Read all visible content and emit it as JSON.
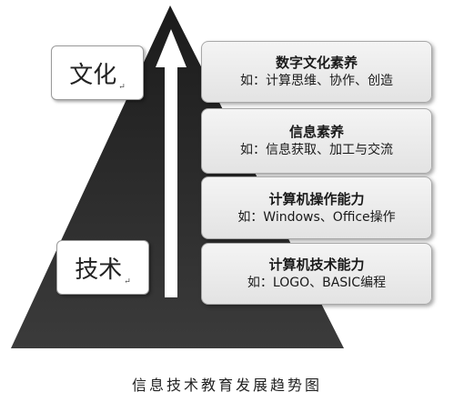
{
  "labels": {
    "culture": "文化",
    "technology": "技术",
    "mark": "↵"
  },
  "levels": [
    {
      "title": "数字文化素养",
      "desc": "如：计算思维、协作、创造"
    },
    {
      "title": "信息素养",
      "desc": "如：信息获取、加工与交流"
    },
    {
      "title": "计算机操作能力",
      "desc": "如：Windows、Office操作"
    },
    {
      "title": "计算机技术能力",
      "desc": "如：LOGO、BASIC编程"
    }
  ],
  "caption": "信息技术教育发展趋势图",
  "colors": {
    "pyramid_top": "#1e1e1e",
    "pyramid_bottom": "#3a3a3a",
    "arrow": "#ffffff",
    "box_border": "#a8a8a8"
  }
}
